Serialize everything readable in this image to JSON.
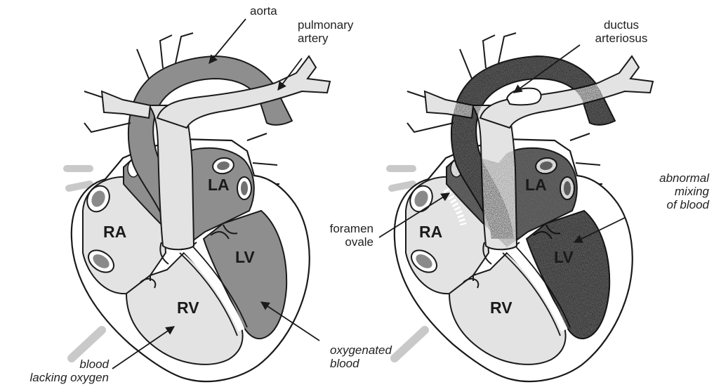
{
  "left_heart": {
    "labels": {
      "aorta": "aorta",
      "pulmonary_artery": [
        "pulmonary",
        "artery"
      ],
      "oxygenated_blood": [
        "oxygenated",
        "blood"
      ],
      "blood_lacking_oxygen": [
        "blood",
        "lacking oxygen"
      ]
    },
    "chambers": {
      "ra": "RA",
      "la": "LA",
      "lv": "LV",
      "rv": "RV"
    }
  },
  "right_heart": {
    "labels": {
      "ductus_arteriosus": [
        "ductus",
        "arteriosus"
      ],
      "foramen_ovale": [
        "foramen",
        "ovale"
      ],
      "abnormal_mixing": [
        "abnormal",
        "mixing",
        "of blood"
      ]
    },
    "chambers": {
      "ra": "RA",
      "la": "LA",
      "lv": "LV",
      "rv": "RV"
    }
  },
  "colors": {
    "oxygenated": "#8e8e8e",
    "deoxygenated": "#e3e3e3",
    "outline": "#1a1a1a",
    "mixed": "#6d6d6d"
  }
}
